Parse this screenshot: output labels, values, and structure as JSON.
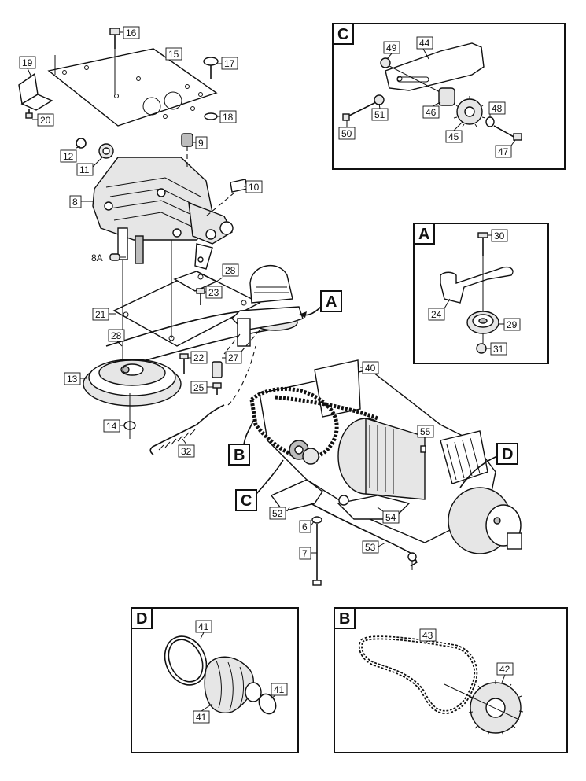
{
  "callouts": {
    "p16": "16",
    "p15": "15",
    "p17": "17",
    "p18": "18",
    "p19": "19",
    "p20": "20",
    "p12": "12",
    "p11": "11",
    "p9": "9",
    "p10": "10",
    "p8": "8",
    "p8a": "8A",
    "p28a": "28",
    "p23": "23",
    "p21": "21",
    "p28b": "28",
    "p22": "22",
    "p27": "27",
    "p13": "13",
    "p25": "25",
    "p14": "14",
    "p32": "32",
    "p40": "40",
    "p55": "55",
    "p52": "52",
    "p54": "54",
    "p6": "6",
    "p7": "7",
    "p53": "53",
    "c44": "44",
    "c49": "49",
    "c46": "46",
    "c51": "51",
    "c50": "50",
    "c45": "45",
    "c48": "48",
    "c47": "47",
    "a30": "30",
    "a24": "24",
    "a29": "29",
    "a31": "31",
    "d41a": "41",
    "d41b": "41",
    "d41c": "41",
    "b43": "43",
    "b42": "42"
  },
  "tags": {
    "inset_c": "C",
    "inset_a": "A",
    "inset_d": "D",
    "inset_b": "B",
    "ref_a": "A",
    "ref_b": "B",
    "ref_c": "C",
    "ref_d": "D"
  }
}
